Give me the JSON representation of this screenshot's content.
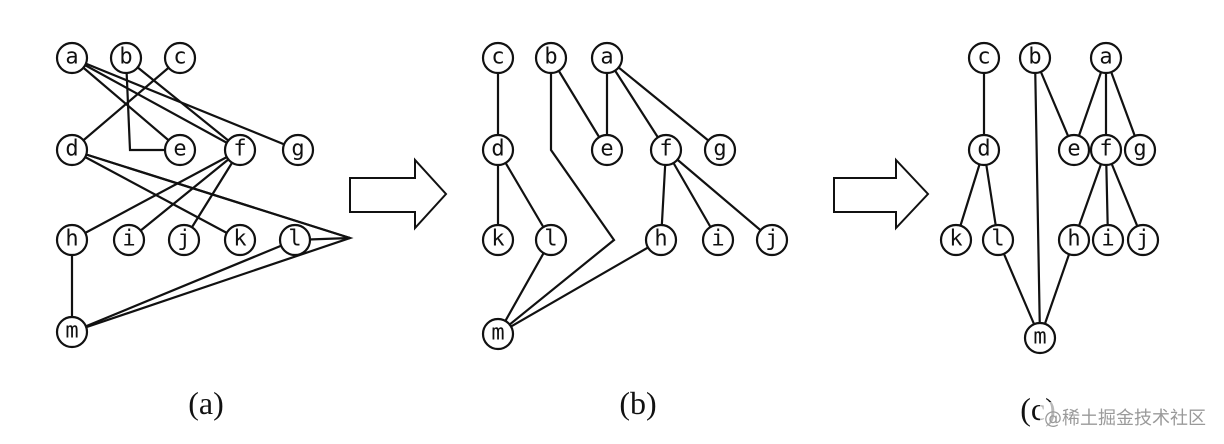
{
  "panels": [
    {
      "id": "a",
      "caption": "(a)",
      "nodes": [
        {
          "id": "a",
          "label": "a"
        },
        {
          "id": "b",
          "label": "b"
        },
        {
          "id": "c",
          "label": "c"
        },
        {
          "id": "d",
          "label": "d"
        },
        {
          "id": "e",
          "label": "e"
        },
        {
          "id": "f",
          "label": "f"
        },
        {
          "id": "g",
          "label": "g"
        },
        {
          "id": "h",
          "label": "h"
        },
        {
          "id": "i",
          "label": "i"
        },
        {
          "id": "j",
          "label": "j"
        },
        {
          "id": "k",
          "label": "k"
        },
        {
          "id": "l",
          "label": "l"
        },
        {
          "id": "m",
          "label": "m"
        }
      ],
      "edges": [
        [
          "a",
          "e"
        ],
        [
          "a",
          "f"
        ],
        [
          "a",
          "g"
        ],
        [
          "b",
          "e"
        ],
        [
          "b",
          "f"
        ],
        [
          "c",
          "d"
        ],
        [
          "d",
          "k"
        ],
        [
          "d",
          "l"
        ],
        [
          "d",
          "m"
        ],
        [
          "f",
          "h"
        ],
        [
          "f",
          "i"
        ],
        [
          "f",
          "j"
        ],
        [
          "l",
          "m"
        ],
        [
          "h",
          "m"
        ]
      ]
    },
    {
      "id": "b",
      "caption": "(b)",
      "nodes": [
        {
          "id": "c",
          "label": "c"
        },
        {
          "id": "b",
          "label": "b"
        },
        {
          "id": "a",
          "label": "a"
        },
        {
          "id": "d",
          "label": "d"
        },
        {
          "id": "e",
          "label": "e"
        },
        {
          "id": "f",
          "label": "f"
        },
        {
          "id": "g",
          "label": "g"
        },
        {
          "id": "k",
          "label": "k"
        },
        {
          "id": "l",
          "label": "l"
        },
        {
          "id": "h",
          "label": "h"
        },
        {
          "id": "i",
          "label": "i"
        },
        {
          "id": "j",
          "label": "j"
        },
        {
          "id": "m",
          "label": "m"
        }
      ],
      "edges": [
        [
          "c",
          "d"
        ],
        [
          "d",
          "k"
        ],
        [
          "d",
          "l"
        ],
        [
          "l",
          "m"
        ],
        [
          "b",
          "e"
        ],
        [
          "b",
          "m"
        ],
        [
          "a",
          "e"
        ],
        [
          "a",
          "f"
        ],
        [
          "a",
          "g"
        ],
        [
          "f",
          "h"
        ],
        [
          "f",
          "i"
        ],
        [
          "f",
          "j"
        ],
        [
          "h",
          "m"
        ]
      ]
    },
    {
      "id": "c",
      "caption": "(c)",
      "nodes": [
        {
          "id": "c",
          "label": "c"
        },
        {
          "id": "b",
          "label": "b"
        },
        {
          "id": "a",
          "label": "a"
        },
        {
          "id": "d",
          "label": "d"
        },
        {
          "id": "e",
          "label": "e"
        },
        {
          "id": "f",
          "label": "f"
        },
        {
          "id": "g",
          "label": "g"
        },
        {
          "id": "k",
          "label": "k"
        },
        {
          "id": "l",
          "label": "l"
        },
        {
          "id": "h",
          "label": "h"
        },
        {
          "id": "i",
          "label": "i"
        },
        {
          "id": "j",
          "label": "j"
        },
        {
          "id": "m",
          "label": "m"
        }
      ],
      "edges": [
        [
          "c",
          "d"
        ],
        [
          "d",
          "k"
        ],
        [
          "d",
          "l"
        ],
        [
          "l",
          "m"
        ],
        [
          "b",
          "e"
        ],
        [
          "b",
          "m"
        ],
        [
          "a",
          "e"
        ],
        [
          "a",
          "f"
        ],
        [
          "a",
          "g"
        ],
        [
          "f",
          "h"
        ],
        [
          "f",
          "i"
        ],
        [
          "f",
          "j"
        ],
        [
          "h",
          "m"
        ]
      ]
    }
  ],
  "watermark": "@稀土掘金技术社区"
}
